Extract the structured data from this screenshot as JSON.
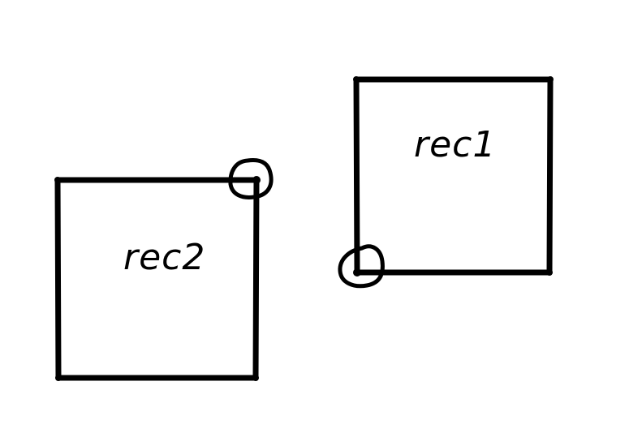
{
  "diagram": {
    "rectangles": [
      {
        "id": "rec1",
        "label": "rec1",
        "marked_corner": "bottom-left"
      },
      {
        "id": "rec2",
        "label": "rec2",
        "marked_corner": "top-right"
      }
    ],
    "colors": {
      "background": "#ffffff",
      "stroke": "#000000"
    }
  }
}
